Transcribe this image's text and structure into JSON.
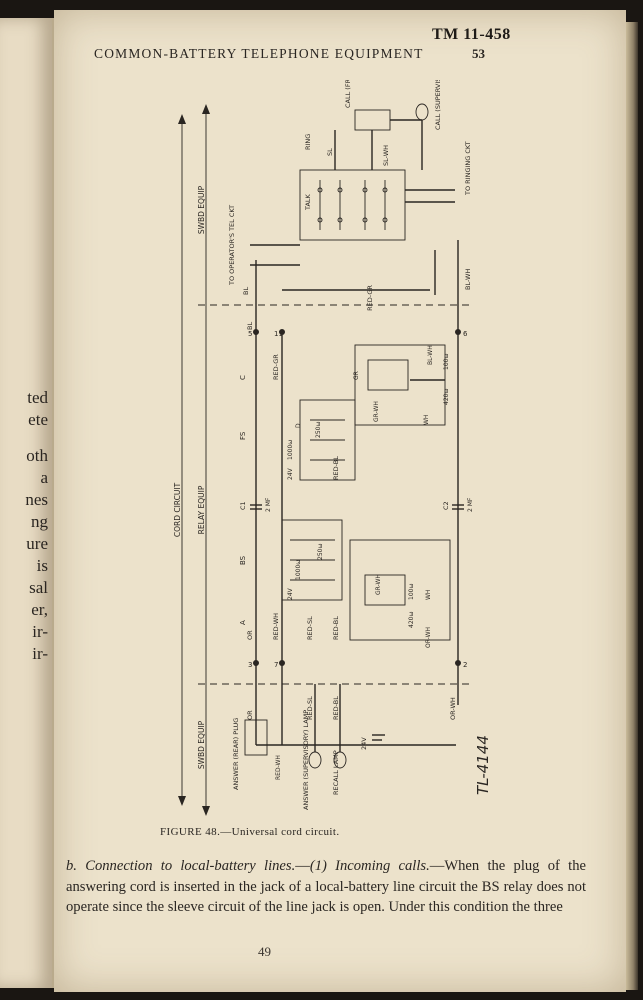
{
  "left_page_fragments": [
    "ted",
    "ete",
    "oth",
    "a",
    "nes",
    "ng",
    "ure",
    "is",
    "sal",
    "er,",
    "ir-",
    "ir-"
  ],
  "header": {
    "tm": "TM 11-458",
    "title": "COMMON-BATTERY TELEPHONE EQUIPMENT",
    "page_num": "53"
  },
  "diagram": {
    "sections": {
      "cord_circuit": "CORD CIRCUIT",
      "relay_equip": "RELAY EQUIP",
      "swbd_equip_top": "SWBD EQUIP",
      "swbd_equip_bottom": "SWBD EQUIP"
    },
    "components": {
      "call_plug": "CALL (FRONT) PLUG",
      "call_lamp": "CALL (SUPERVISORY) LAMP",
      "answer_plug": "ANSWER (REAR) PLUG",
      "answer_lamp": "ANSWER (SUPERVISORY) LAMP",
      "recall_lamp": "RECALL LAMP",
      "operator_tel": "TO OPERATOR'S TEL CKT",
      "ringing_ckt": "TO RINGING CKT",
      "talk": "TALK",
      "ring": "RING",
      "relay_a": "A",
      "relay_bs": "BS",
      "relay_fs": "FS",
      "relay_c": "C",
      "relay_d": "D",
      "c1": "C1",
      "c1_val": "2 MF",
      "c2": "C2",
      "c2_val": "2 MF",
      "v24": "24V",
      "coil_1000": "1000ω",
      "coil_250": "250ω",
      "coil_100": "100ω",
      "coil_420": "420ω"
    },
    "wires": {
      "or": "OR",
      "red_wh": "RED-WH",
      "red_sl": "RED-SL",
      "red_bl": "RED-BL",
      "red_gr": "RED-GR",
      "bl": "BL",
      "sl": "SL",
      "sl_wh": "SL-WH",
      "bl_wh": "BL-WH",
      "or_wh": "OR-WH",
      "gr": "GR",
      "gr_wh": "GR-WH",
      "wh": "WH",
      "bl_wh_short": "BL-WH",
      "or_wh_short": "OR-WH"
    },
    "terminals": [
      "3",
      "7",
      "5",
      "11",
      "6",
      "2"
    ],
    "serial": "TL-4144"
  },
  "caption": "FIGURE 48.—Universal cord circuit.",
  "body": {
    "heading": "b. Connection to local-battery lines.",
    "sub": "(1) Incoming calls.",
    "text": "—When the plug of the answering cord is inserted in the jack of a local-battery line circuit the BS relay does not operate since the sleeve circuit of the line jack is open. Under this condition the three"
  },
  "folio": "49"
}
